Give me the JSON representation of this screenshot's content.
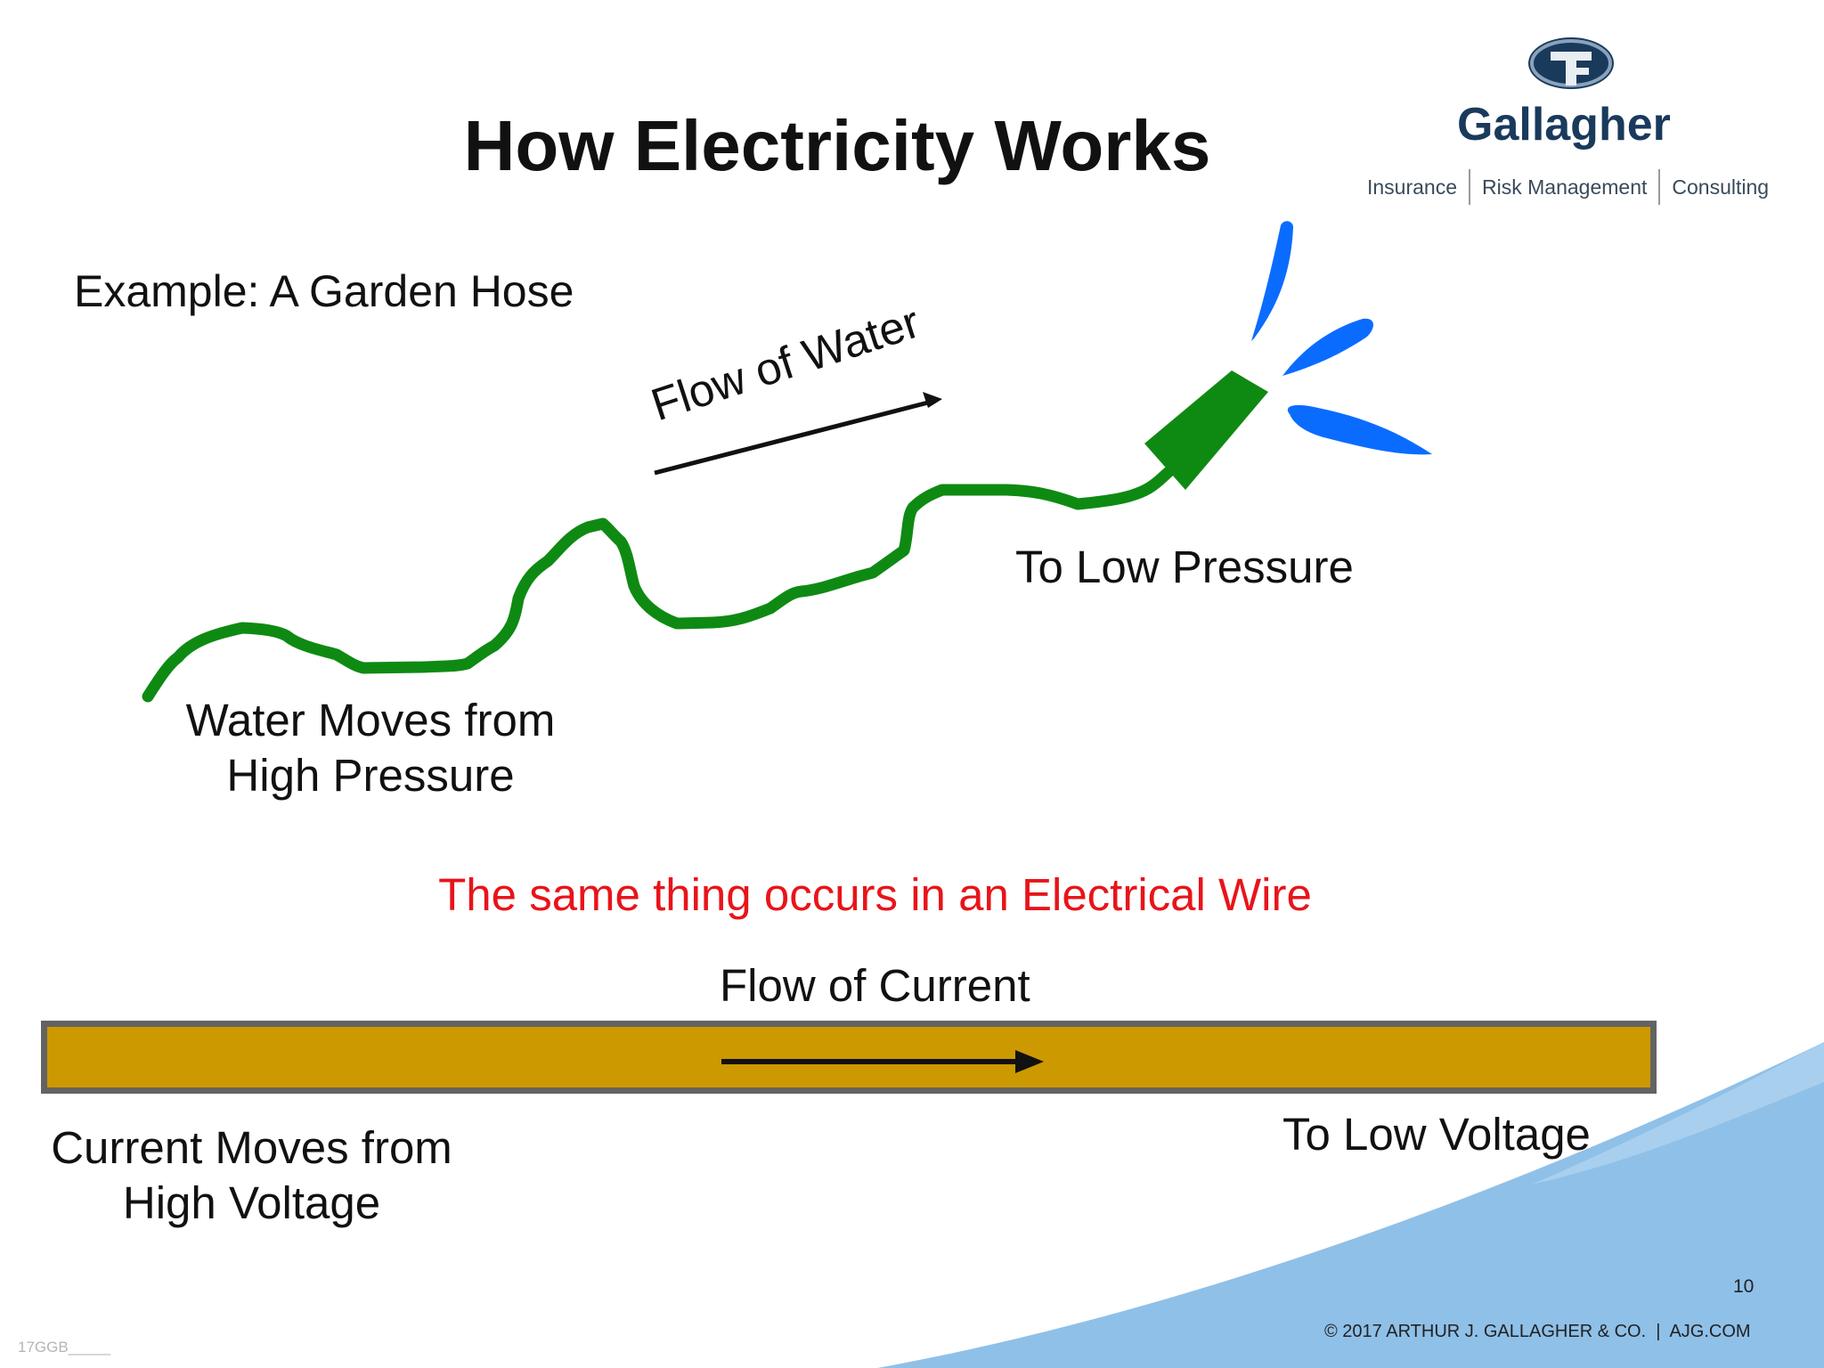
{
  "slide": {
    "title": "How Electricity Works",
    "example_label": "Example: A Garden Hose",
    "water": {
      "flow_label": "Flow of Water",
      "source_label": "Water Moves from\nHigh Pressure",
      "destination_label": "To Low Pressure"
    },
    "transition_text": "The same thing occurs in an Electrical Wire",
    "current": {
      "flow_label": "Flow of Current",
      "source_label": "Current Moves from\nHigh Voltage",
      "destination_label": "To Low Voltage"
    }
  },
  "logo": {
    "name": "Gallagher",
    "tagline": [
      "Insurance",
      "Risk Management",
      "Consulting"
    ]
  },
  "footer": {
    "page_number": "10",
    "copyright": "© 2017 ARTHUR J. GALLAGHER & CO.  |  AJG.COM",
    "code": "17GGB_____"
  },
  "colors": {
    "hose": "#0e8a13",
    "water_spray": "#0a6cff",
    "wire": "#cc9900",
    "wire_border": "#636363",
    "highlight_text": "#e8141a",
    "brand": "#1a3a5c",
    "swoosh": "#8fc0e8"
  }
}
